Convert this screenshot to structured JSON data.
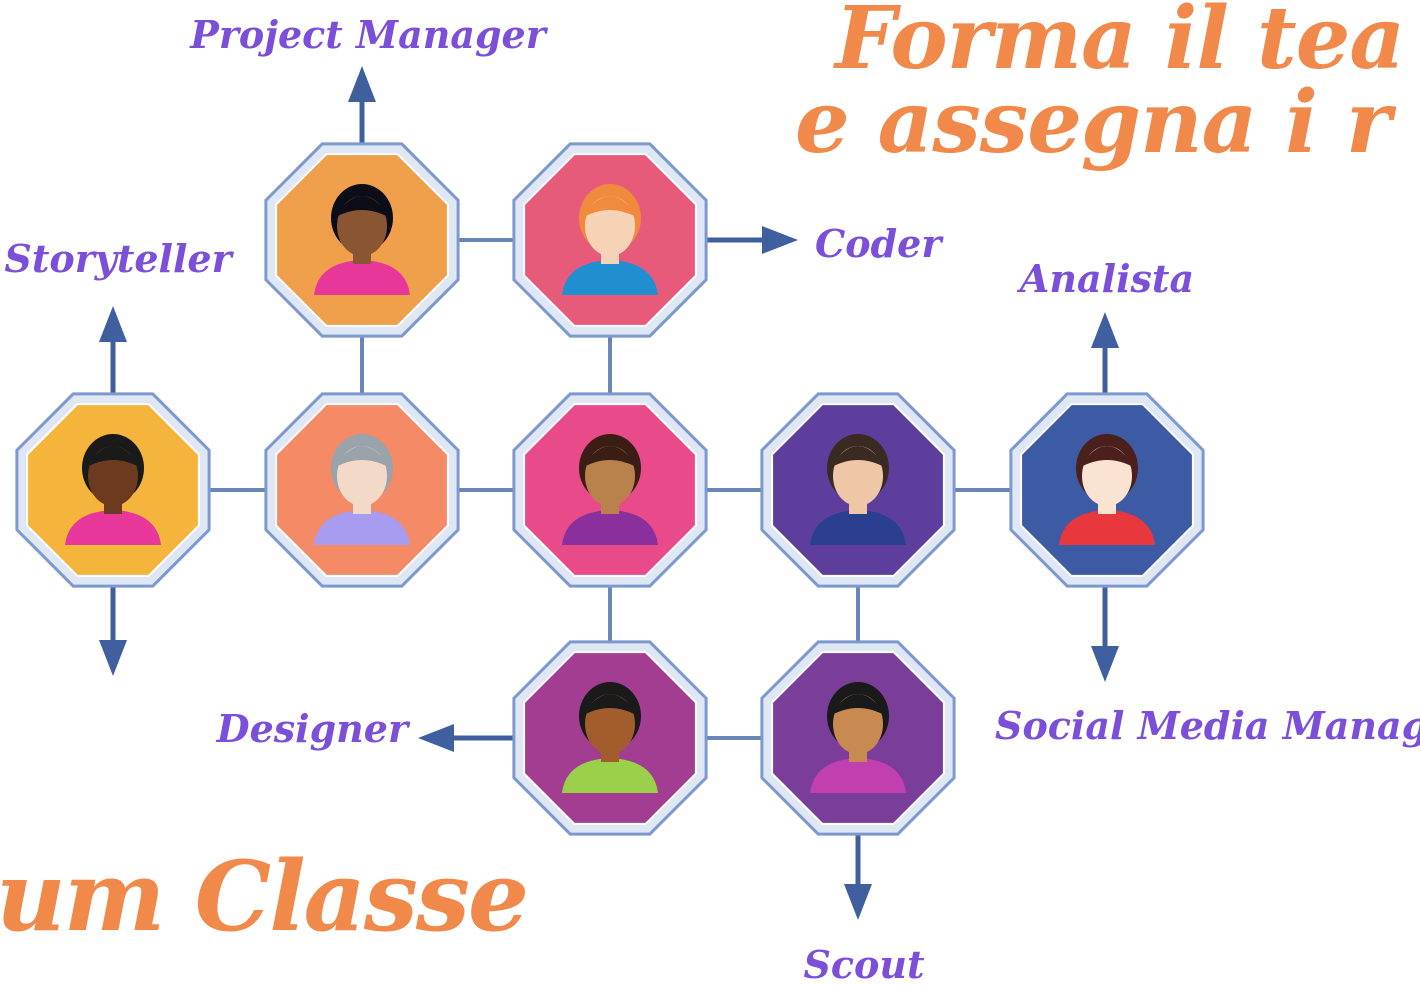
{
  "title": {
    "line1": "Forma il tea",
    "line2": "e assegna i r"
  },
  "footer_title": "um Classe",
  "colors": {
    "title": "#f0894a",
    "labels": "#7b4fd9",
    "connectors": "#6a86b7",
    "arrows": "#3f5f9e",
    "octagon_border": "#7d9ad0"
  },
  "roles": {
    "project_manager": "Project Manager",
    "coder": "Coder",
    "storyteller": "Storyteller",
    "analista": "Analista",
    "designer": "Designer",
    "social_media_manager": "Social Media Manager",
    "scout": "Scout"
  },
  "nodes": [
    {
      "id": "project-manager-node",
      "fill": "#f0a04b",
      "skin": "#8a5532",
      "hair": "#0d0d1a",
      "shirt": "#e8379b",
      "icon": "woman-ponytail-avatar"
    },
    {
      "id": "coder-node",
      "fill": "#e85a7a",
      "skin": "#f6d3b7",
      "hair": "#f08a3c",
      "shirt": "#1f8fd0",
      "icon": "man-redhead-avatar"
    },
    {
      "id": "storyteller-node",
      "fill": "#f5b43c",
      "skin": "#6b3a1f",
      "hair": "#1a1a1a",
      "shirt": "#e8379b",
      "icon": "woman-headband-avatar"
    },
    {
      "id": "center-left-node",
      "fill": "#f58a66",
      "skin": "#f3d9c8",
      "hair": "#9aa3ab",
      "shirt": "#a79cf0",
      "icon": "man-tie-avatar"
    },
    {
      "id": "center-node",
      "fill": "#e94b8a",
      "skin": "#b9814c",
      "hair": "#3a1e16",
      "shirt": "#8a2f9b",
      "icon": "woman-short-hair-avatar"
    },
    {
      "id": "center-right-node",
      "fill": "#5e3e9c",
      "skin": "#f0c7a6",
      "hair": "#3a2a22",
      "shirt": "#2a3f8f",
      "icon": "man-beard-avatar"
    },
    {
      "id": "analista-node",
      "fill": "#3d5aa5",
      "skin": "#fbe3d1",
      "hair": "#4b1f1c",
      "shirt": "#e8373d",
      "icon": "woman-glasses-avatar"
    },
    {
      "id": "designer-node",
      "fill": "#a23d92",
      "skin": "#a35d2c",
      "hair": "#1a1a1a",
      "shirt": "#9bd14a",
      "icon": "man-short-beard-avatar"
    },
    {
      "id": "scout-node",
      "fill": "#7a3d9a",
      "skin": "#c98a52",
      "hair": "#1a1a1a",
      "shirt": "#c23fb0",
      "icon": "woman-curly-hair-avatar"
    }
  ]
}
